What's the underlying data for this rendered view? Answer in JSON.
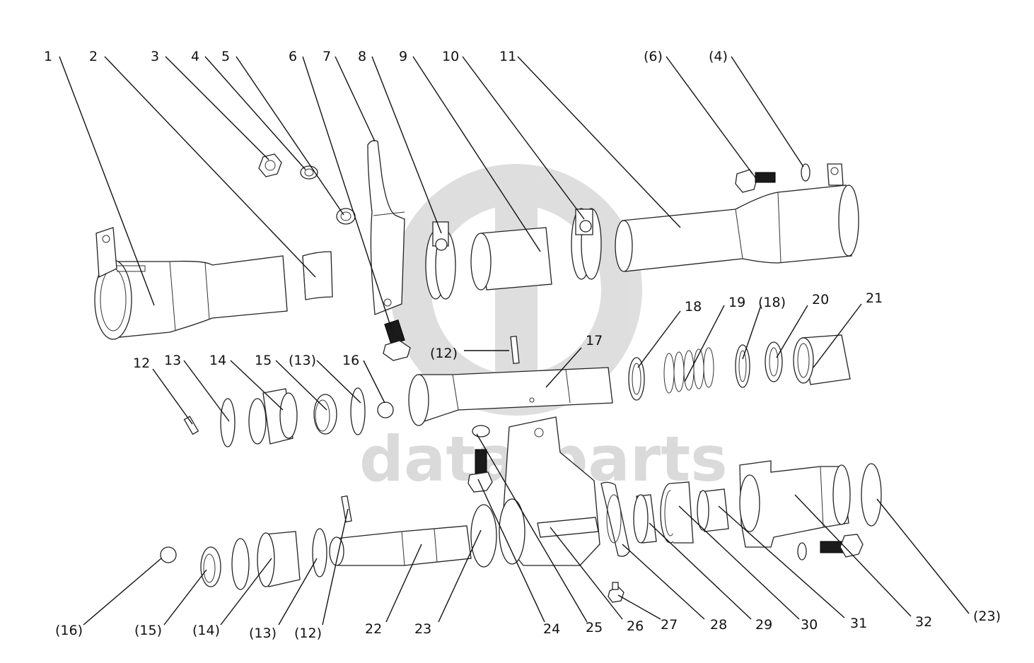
{
  "watermark": {
    "text": "data-parts",
    "color": "#d4d4d4"
  },
  "top_labels": [
    "1",
    "2",
    "3",
    "4",
    "5",
    "6",
    "7",
    "8",
    "9",
    "10",
    "11",
    "(6)",
    "(4)"
  ],
  "mid_labels": [
    "12",
    "13",
    "14",
    "15",
    "(13)",
    "16",
    "(12)",
    "17",
    "18",
    "19",
    "(18)",
    "20",
    "21"
  ],
  "bottom_labels": [
    "(16)",
    "(15)",
    "(14)",
    "(13)",
    "(12)",
    "22",
    "23",
    "24",
    "25",
    "26",
    "27",
    "28",
    "29",
    "30",
    "31",
    "32",
    "(23)"
  ]
}
